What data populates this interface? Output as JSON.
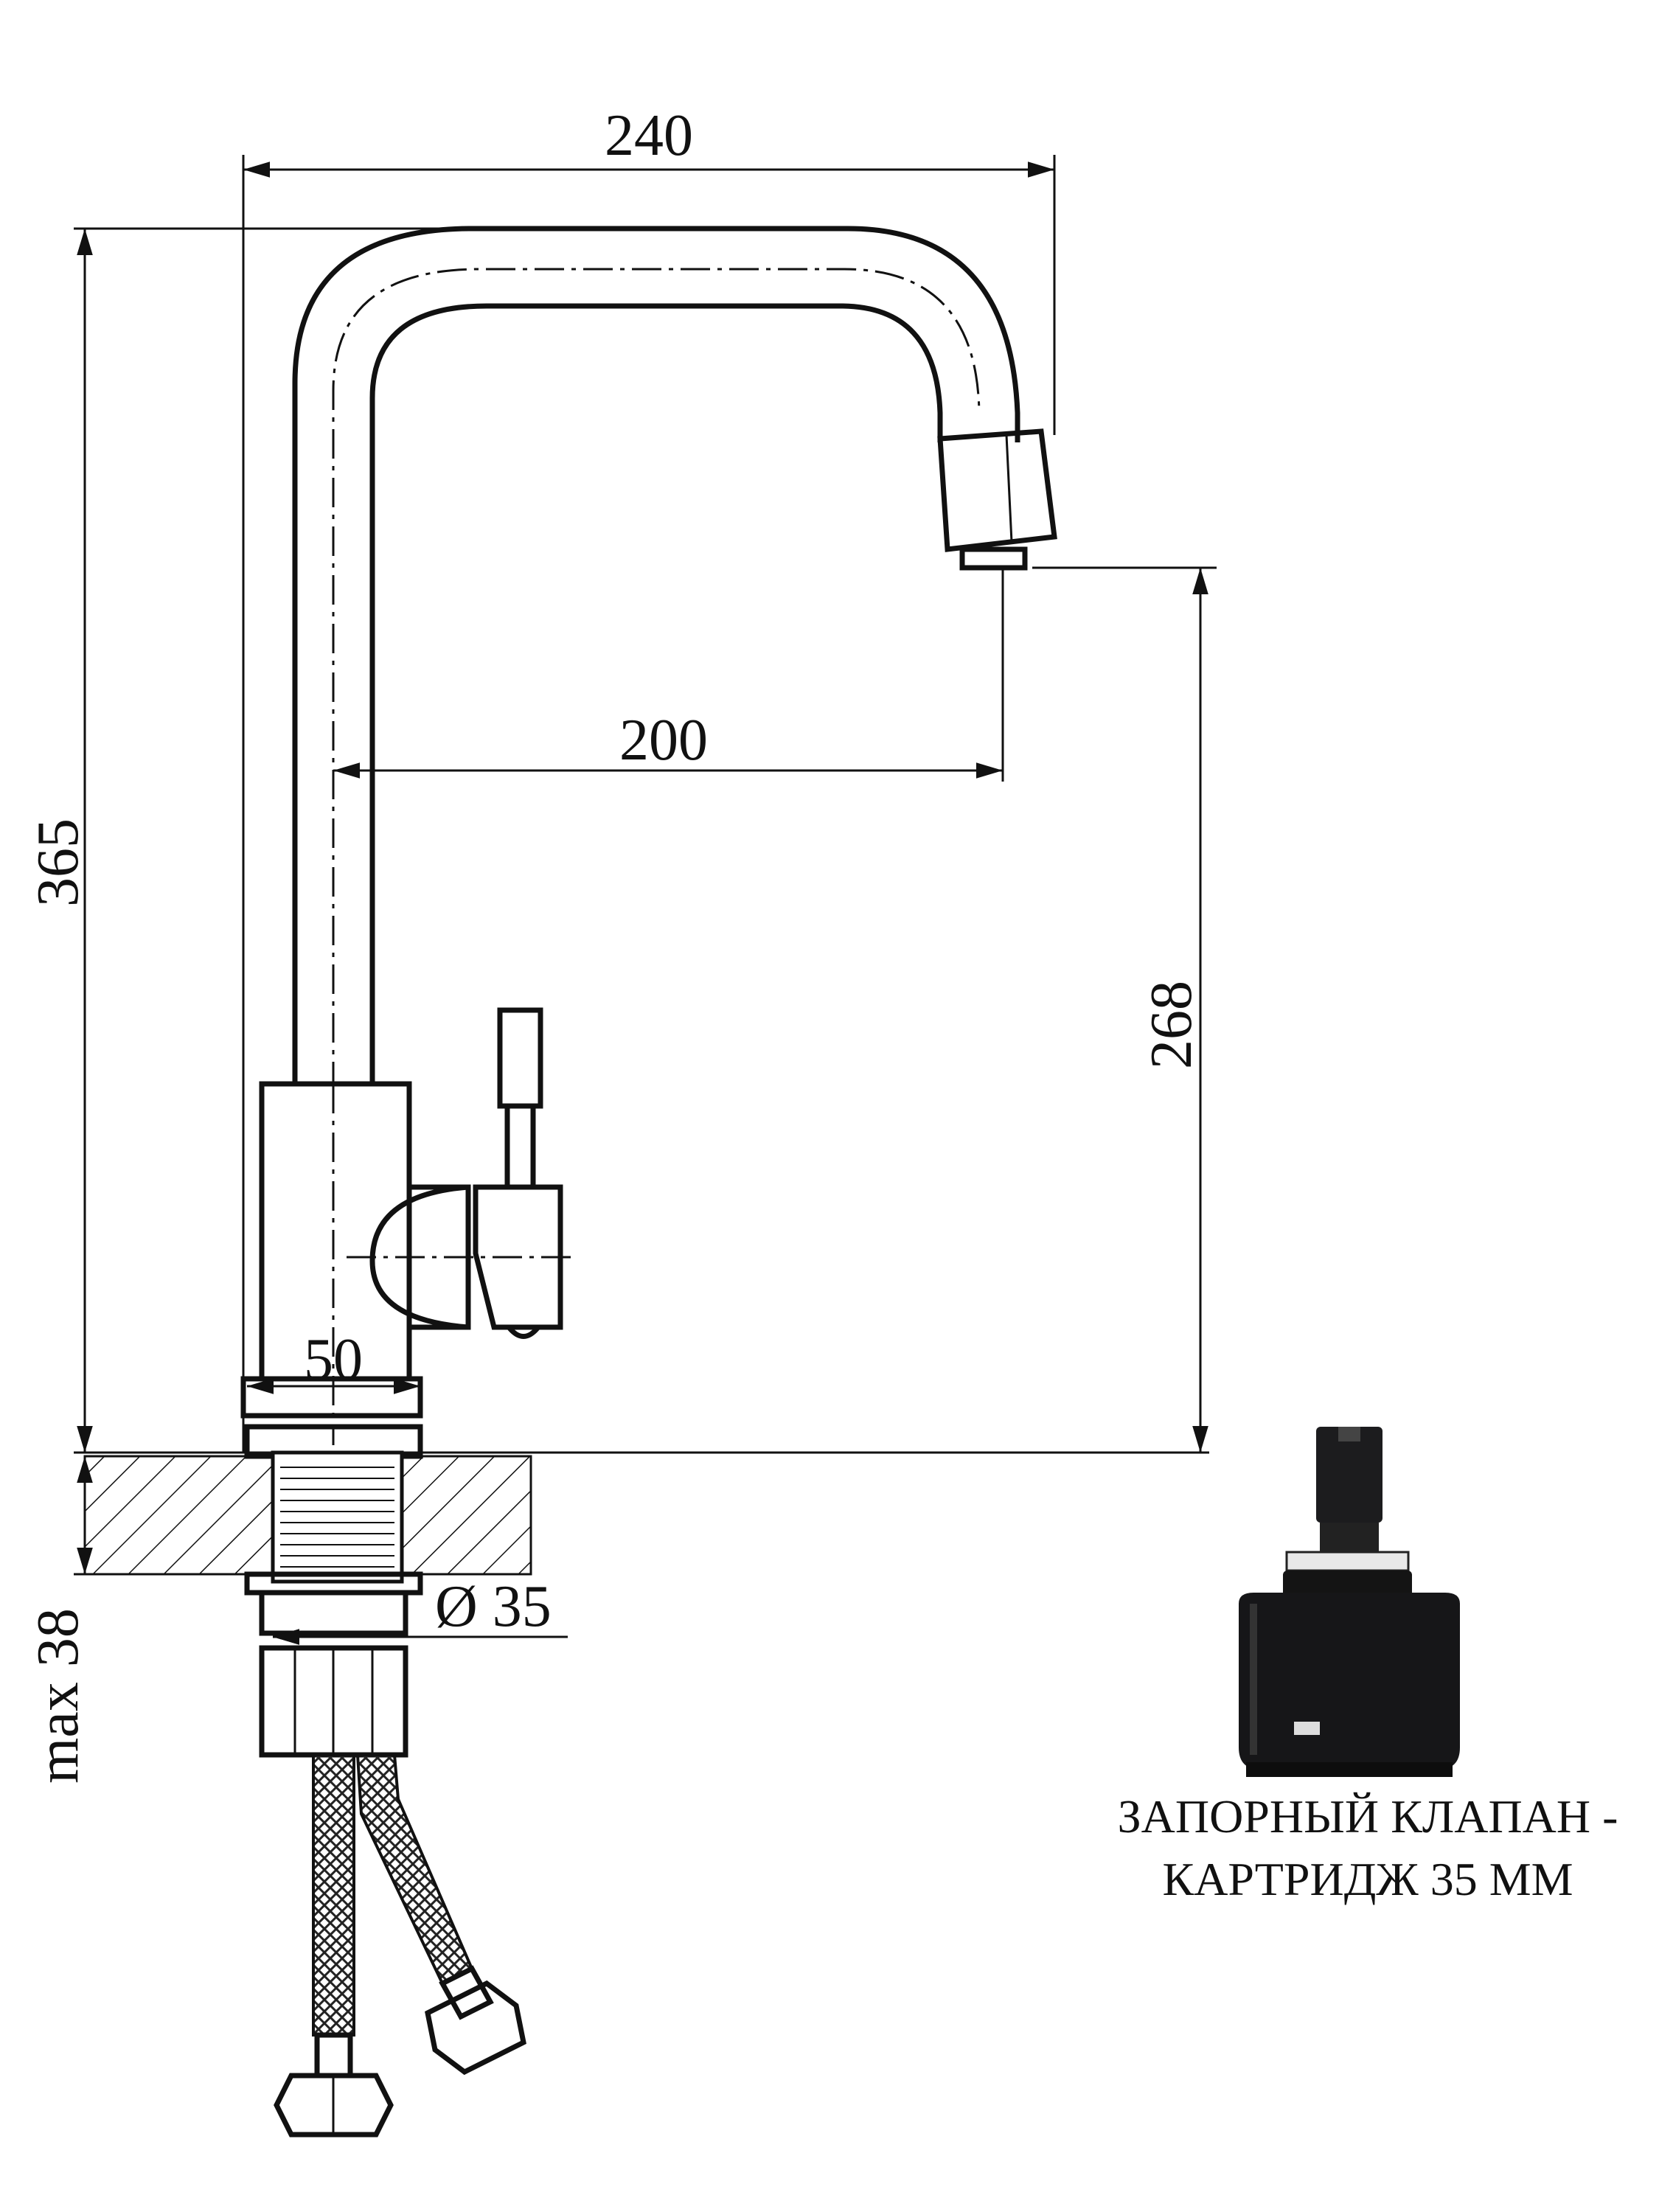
{
  "dimensions": {
    "width_top": "240",
    "total_height": "365",
    "spout_reach": "200",
    "spout_height": "268",
    "base_width": "50",
    "mount_diameter": "Ø 35",
    "max_countertop": "max 38"
  },
  "cartridge": {
    "caption_line1": "ЗАПОРНЫЙ КЛАПАН -",
    "caption_line2": "КАРТРИДЖ 35 ММ"
  }
}
